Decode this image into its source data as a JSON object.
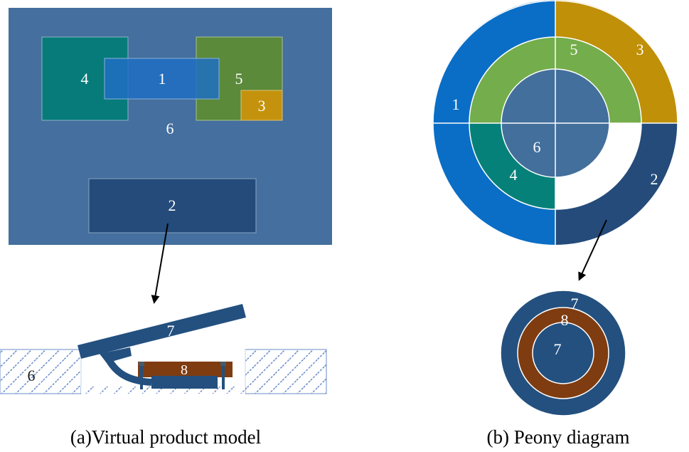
{
  "colors": {
    "background_panel": "#446f9e",
    "part_1": "#1e6fc2",
    "part_2": "#244b7a",
    "part_3": "#c4920c",
    "part_4": "#077b7a",
    "part_5": "#5a8a3a",
    "ring_1": "#0a6ec6",
    "ring_3": "#c09008",
    "ring_5": "#74ad4b",
    "ring_4": "#068179",
    "ring_2": "#244b7a",
    "core_6": "#436f9c",
    "part_7": "#23507f",
    "part_8": "#7f3c10",
    "hatch": "#6a8cc8"
  },
  "model": {
    "labels": {
      "p1": "1",
      "p2": "2",
      "p3": "3",
      "p4": "4",
      "p5": "5",
      "p6": "6"
    },
    "detail": {
      "p6": "6",
      "p7": "7",
      "p8": "8"
    },
    "caption": "(a)Virtual product model"
  },
  "peony": {
    "labels": {
      "r1": "1",
      "r2": "2",
      "r3": "3",
      "r4": "4",
      "r5": "5",
      "r6": "6"
    },
    "detail": {
      "outer7": "7",
      "ring8": "8",
      "inner7": "7"
    },
    "caption": "(b) Peony diagram"
  }
}
